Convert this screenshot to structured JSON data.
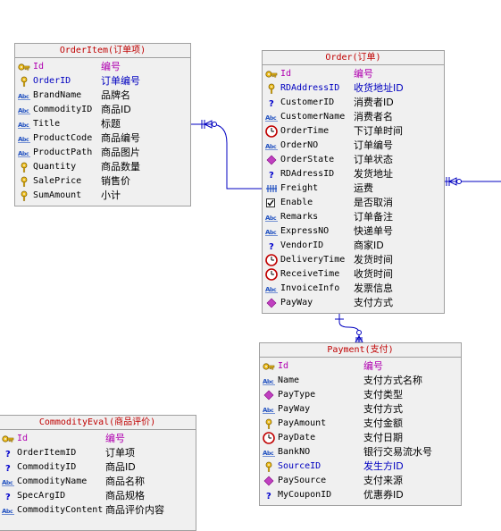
{
  "entities": [
    {
      "id": "orderitem",
      "title": "OrderItem(订单项)",
      "rows": [
        {
          "name": "Id",
          "cn": "编号",
          "icon": "key-icon",
          "kind": "pk"
        },
        {
          "name": "OrderID",
          "cn": "订单编号",
          "icon": "fk-key-icon",
          "kind": "fk"
        },
        {
          "name": "BrandName",
          "cn": "品牌名",
          "icon": "text-field-icon",
          "kind": ""
        },
        {
          "name": "CommodityID",
          "cn": "商品ID",
          "icon": "text-field-icon",
          "kind": ""
        },
        {
          "name": "Title",
          "cn": "标题",
          "icon": "text-field-icon",
          "kind": ""
        },
        {
          "name": "ProductCode",
          "cn": "商品编号",
          "icon": "text-field-icon",
          "kind": ""
        },
        {
          "name": "ProductPath",
          "cn": "商品图片",
          "icon": "text-field-icon",
          "kind": ""
        },
        {
          "name": "Quantity",
          "cn": "商品数量",
          "icon": "fk-key-icon",
          "kind": ""
        },
        {
          "name": "SalePrice",
          "cn": "销售价",
          "icon": "fk-key-icon",
          "kind": ""
        },
        {
          "name": "SumAmount",
          "cn": "小计",
          "icon": "fk-key-icon",
          "kind": ""
        }
      ]
    },
    {
      "id": "order",
      "title": "Order(订单)",
      "rows": [
        {
          "name": "Id",
          "cn": "编号",
          "icon": "key-icon",
          "kind": "pk"
        },
        {
          "name": "RDAddressID",
          "cn": "收货地址ID",
          "icon": "fk-key-icon",
          "kind": "fk"
        },
        {
          "name": "CustomerID",
          "cn": "消费者ID",
          "icon": "question-icon",
          "kind": ""
        },
        {
          "name": "CustomerName",
          "cn": "消费者名",
          "icon": "text-field-icon",
          "kind": ""
        },
        {
          "name": "OrderTime",
          "cn": "下订单时间",
          "icon": "clock-icon",
          "kind": ""
        },
        {
          "name": "OrderNO",
          "cn": "订单编号",
          "icon": "text-field-icon",
          "kind": ""
        },
        {
          "name": "OrderState",
          "cn": "订单状态",
          "icon": "diamond-icon",
          "kind": ""
        },
        {
          "name": "RDAdressID",
          "cn": "发货地址",
          "icon": "question-icon",
          "kind": ""
        },
        {
          "name": "Freight",
          "cn": "运费",
          "icon": "decimal-icon",
          "kind": ""
        },
        {
          "name": "Enable",
          "cn": "是否取消",
          "icon": "checkbox-icon",
          "kind": ""
        },
        {
          "name": "Remarks",
          "cn": "订单备注",
          "icon": "text-field-icon",
          "kind": ""
        },
        {
          "name": "ExpressNO",
          "cn": "快递单号",
          "icon": "text-field-icon",
          "kind": ""
        },
        {
          "name": "VendorID",
          "cn": "商家ID",
          "icon": "question-icon",
          "kind": ""
        },
        {
          "name": "DeliveryTime",
          "cn": "发货时间",
          "icon": "clock-icon",
          "kind": ""
        },
        {
          "name": "ReceiveTime",
          "cn": "收货时间",
          "icon": "clock-icon",
          "kind": ""
        },
        {
          "name": "InvoiceInfo",
          "cn": "发票信息",
          "icon": "text-field-icon",
          "kind": ""
        },
        {
          "name": "PayWay",
          "cn": "支付方式",
          "icon": "diamond-icon",
          "kind": ""
        }
      ]
    },
    {
      "id": "payment",
      "title": "Payment(支付)",
      "rows": [
        {
          "name": "Id",
          "cn": "编号",
          "icon": "key-icon",
          "kind": "pk"
        },
        {
          "name": "Name",
          "cn": "支付方式名称",
          "icon": "text-field-icon",
          "kind": ""
        },
        {
          "name": "PayType",
          "cn": "支付类型",
          "icon": "diamond-icon",
          "kind": ""
        },
        {
          "name": "PayWay",
          "cn": "支付方式",
          "icon": "text-field-icon",
          "kind": ""
        },
        {
          "name": "PayAmount",
          "cn": "支付金额",
          "icon": "fk-key-icon",
          "kind": ""
        },
        {
          "name": "PayDate",
          "cn": "支付日期",
          "icon": "clock-icon",
          "kind": ""
        },
        {
          "name": "BankNO",
          "cn": "银行交易流水号",
          "icon": "text-field-icon",
          "kind": ""
        },
        {
          "name": "SourceID",
          "cn": "发生方ID",
          "icon": "fk-key-icon",
          "kind": "fk"
        },
        {
          "name": "PaySource",
          "cn": "支付来源",
          "icon": "diamond-icon",
          "kind": ""
        },
        {
          "name": "MyCouponID",
          "cn": "优惠券ID",
          "icon": "question-icon",
          "kind": ""
        }
      ]
    },
    {
      "id": "commodityeval",
      "title": "CommodityEval(商品评价)",
      "rows": [
        {
          "name": "Id",
          "cn": "编号",
          "icon": "key-icon",
          "kind": "pk"
        },
        {
          "name": "OrderItemID",
          "cn": "订单项",
          "icon": "question-icon",
          "kind": ""
        },
        {
          "name": "CommodityID",
          "cn": "商品ID",
          "icon": "question-icon",
          "kind": ""
        },
        {
          "name": "CommodityName",
          "cn": "商品名称",
          "icon": "text-field-icon",
          "kind": ""
        },
        {
          "name": "SpecArgID",
          "cn": "商品规格",
          "icon": "question-icon",
          "kind": ""
        },
        {
          "name": "CommodityContent",
          "cn": "商品评价内容",
          "icon": "text-field-icon",
          "kind": ""
        }
      ]
    }
  ]
}
